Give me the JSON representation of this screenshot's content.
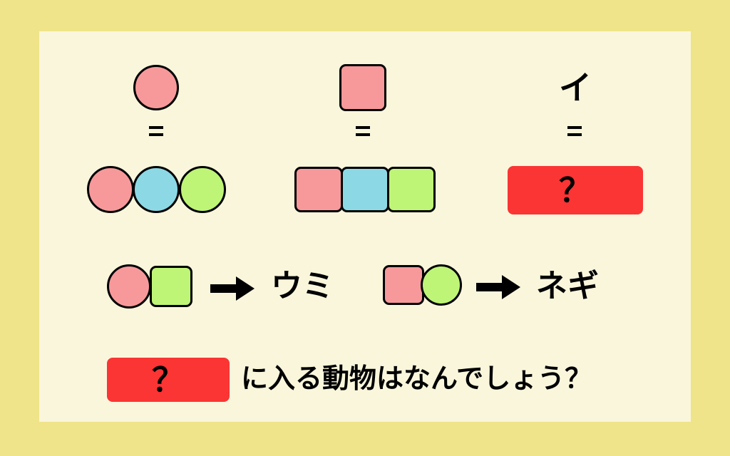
{
  "top_right_label": "イ",
  "unknown_mark": "？",
  "rule_1_result": "ウミ",
  "rule_2_result": "ネギ",
  "question_text": "に入る動物はなんでしょう？",
  "colors": {
    "background": "#f0e48a",
    "panel": "#faf6dc",
    "pink": "#f7999a",
    "blue": "#8dd8e5",
    "green": "#bef576",
    "red": "#fb3434"
  },
  "icons": [
    "pink-circle",
    "pink-square",
    "blue-circle",
    "blue-square",
    "green-circle",
    "green-square",
    "equals-sign",
    "right-arrow",
    "question-box"
  ]
}
